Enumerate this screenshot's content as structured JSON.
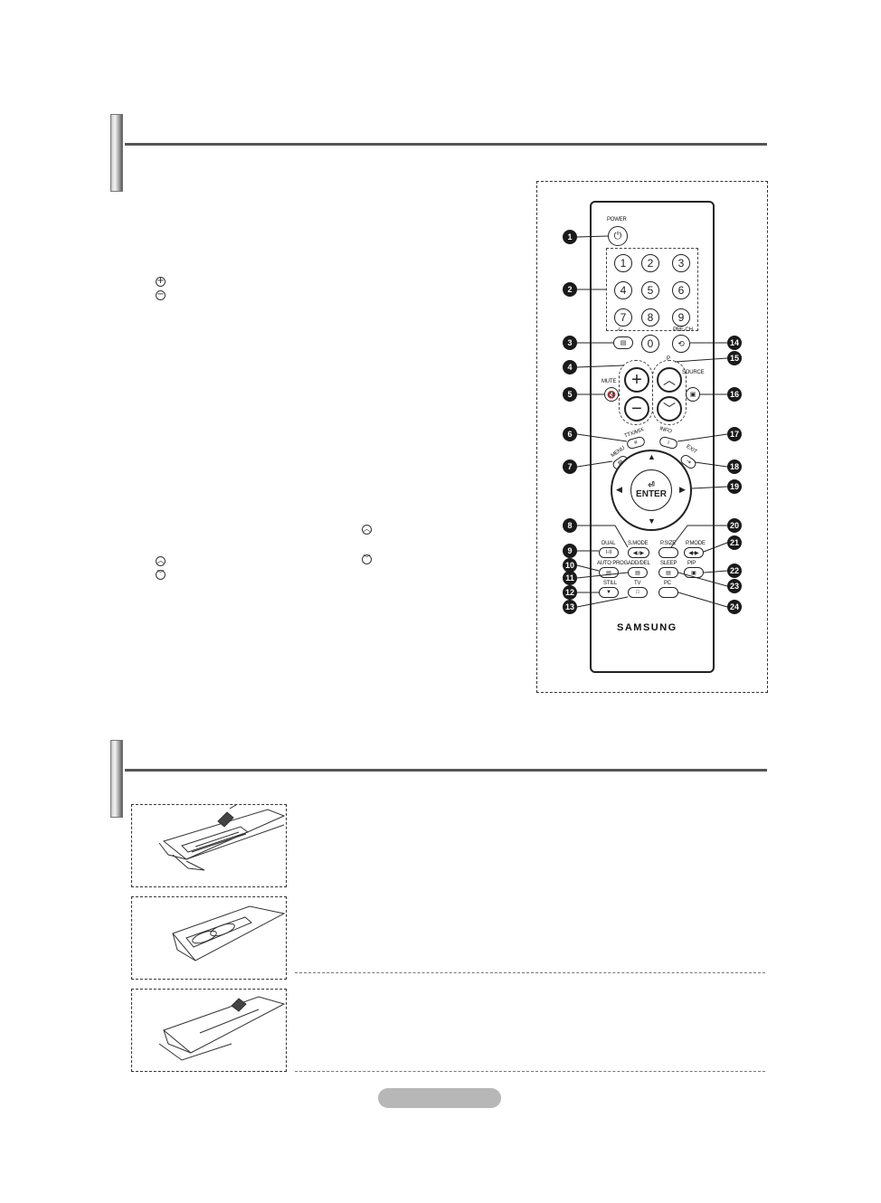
{
  "remote": {
    "labels": {
      "power": "POWER",
      "mute": "MUTE",
      "ttx": "TTX/MIX",
      "menu": "MENU",
      "prech": "PRE-CH",
      "source": "SOURCE",
      "info": "INFO",
      "exit": "EXIT",
      "enter": "ENTER",
      "smode": "S.MODE",
      "dual": "DUAL",
      "psize": "P.SIZE",
      "pmode": "P.MODE",
      "autoprog": "AUTO PROG.",
      "adddel": "ADD/DEL",
      "sleep": "SLEEP",
      "pip": "PIP",
      "still": "STILL",
      "tv": "TV",
      "pc": "PC",
      "dual_btn": "I-II",
      "p": "P",
      "dash": "-/--",
      "brand": "SAMSUNG"
    },
    "numbers": [
      "1",
      "2",
      "3",
      "4",
      "5",
      "6",
      "7",
      "8",
      "9",
      "0"
    ],
    "callouts": [
      "1",
      "2",
      "3",
      "4",
      "5",
      "6",
      "7",
      "8",
      "9",
      "10",
      "11",
      "12",
      "13",
      "14",
      "15",
      "16",
      "17",
      "18",
      "19",
      "20",
      "21",
      "22",
      "23",
      "24"
    ]
  },
  "icons": {
    "plus": "plus-circle-icon",
    "minus": "minus-circle-icon",
    "up": "chevron-up-circle-icon",
    "down": "chevron-down-circle-icon"
  },
  "colors": {
    "page_pill": "#b7b7b7",
    "callout": "#1a1a1a"
  }
}
